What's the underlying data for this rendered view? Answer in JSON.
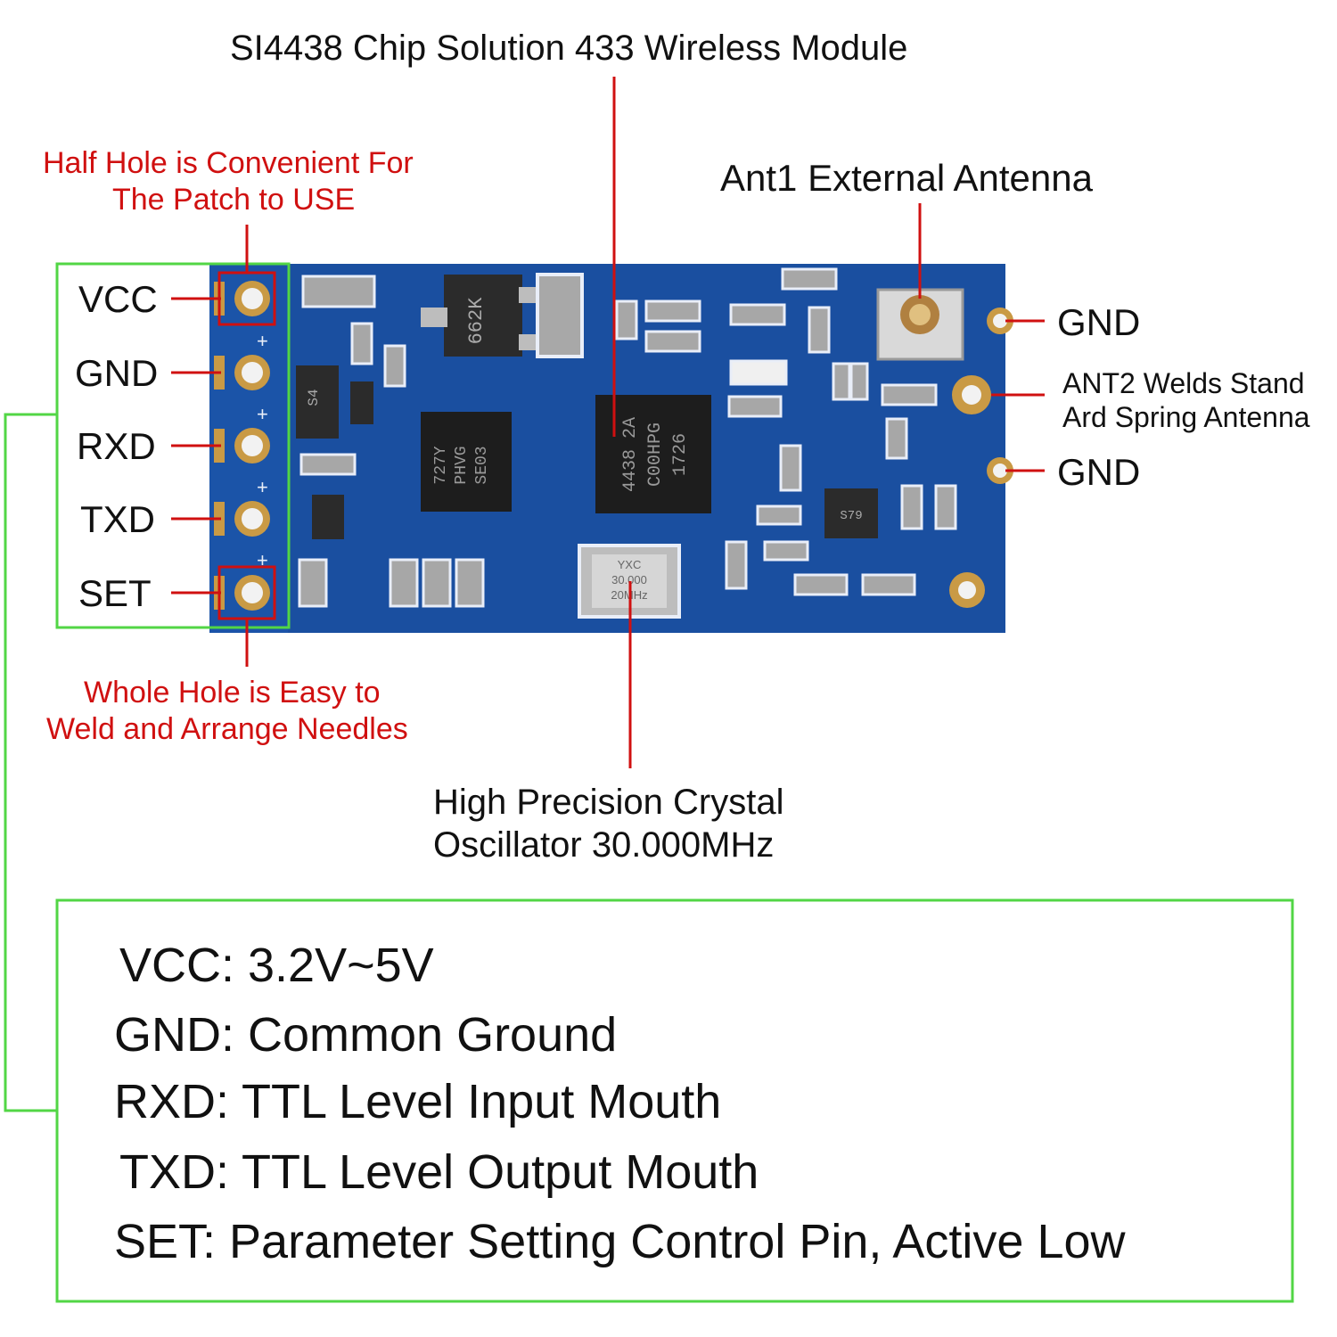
{
  "title": "SI4438 Chip Solution 433 Wireless Module",
  "callouts": {
    "half_hole": [
      "Half Hole is Convenient For",
      "The Patch to USE"
    ],
    "whole_hole": [
      "Whole Hole is Easy to",
      "Weld and Arrange Needles"
    ],
    "ant1": "Ant1 External Antenna",
    "ant2": [
      "ANT2 Welds Stand",
      "Ard Spring Antenna"
    ],
    "crystal": [
      "High Precision Crystal",
      "Oscillator 30.000MHz"
    ]
  },
  "pins_left": [
    "VCC",
    "GND",
    "RXD",
    "TXD",
    "SET"
  ],
  "pins_right": [
    "GND",
    "GND"
  ],
  "chip_markings": {
    "regulator": "662K",
    "mcu": [
      "SE03",
      "PHVG",
      "727Y"
    ],
    "rf_chip": [
      "4438 2A",
      "C00HPG",
      "1726"
    ],
    "crystal": [
      "YXC",
      "30.000",
      "20MHz"
    ],
    "diode": "S4",
    "small_ic": "S79"
  },
  "specs": [
    "VCC: 3.2V~5V",
    "GND: Common Ground",
    "RXD: TTL Level Input Mouth",
    "TXD: TTL Level Output Mouth",
    "SET: Parameter Setting Control Pin, Active Low"
  ],
  "colors": {
    "pcb": "#1a4fa0",
    "pcb_dark": "#123a7c",
    "pad_gold": "#c99a45",
    "callout_red": "#d01010",
    "frame_green": "#52d645"
  }
}
